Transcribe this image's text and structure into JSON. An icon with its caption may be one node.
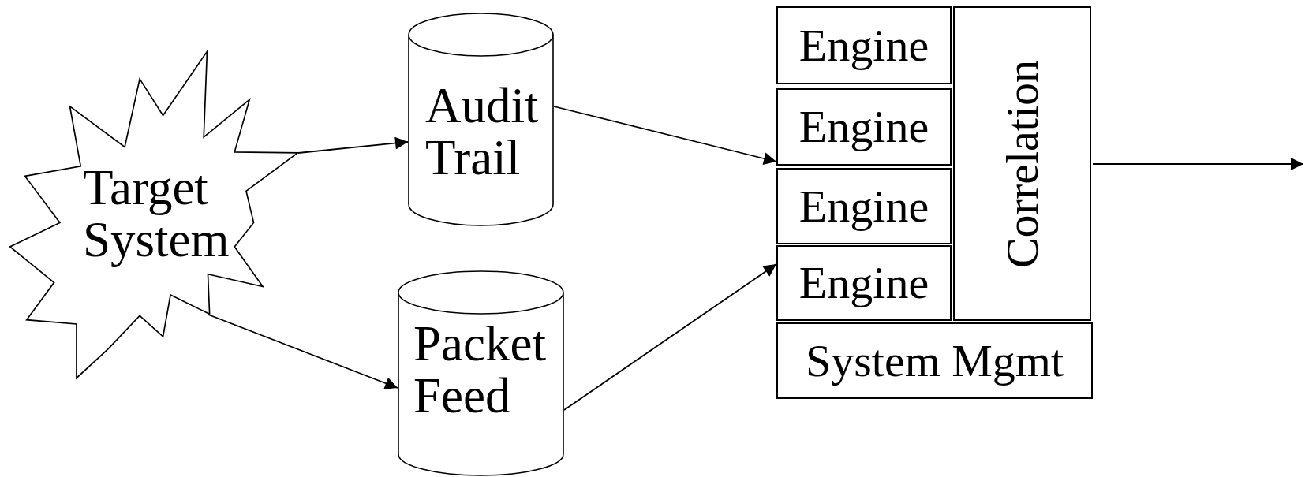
{
  "diagram": {
    "nodes": [
      {
        "text": [
          "Target System"
        ]
      },
      {
        "text": [
          "Audit Trail"
        ]
      },
      {
        "text": [
          "Packet Feed"
        ]
      },
      {
        "text": [
          "Engine"
        ]
      },
      {
        "text": [
          "Engine"
        ]
      },
      {
        "text": [
          "Engine"
        ]
      },
      {
        "text": [
          "Engine"
        ]
      },
      {
        "text": [
          "Correlation"
        ]
      },
      {
        "text": [
          "System Mgmt"
        ]
      }
    ],
    "edges": [
      {
        "from": 0,
        "to": 1,
        "arrow": "to"
      },
      {
        "from": 0,
        "to": 2,
        "arrow": "to"
      },
      {
        "from": 1,
        "to": 4,
        "arrow": "to"
      },
      {
        "from": 2,
        "to": 6,
        "arrow": "to"
      },
      {
        "from": 7,
        "to": null,
        "arrow": "to"
      }
    ]
  }
}
